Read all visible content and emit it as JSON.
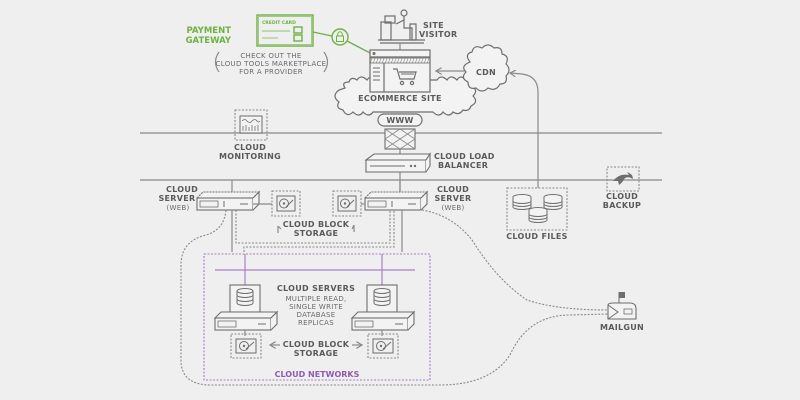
{
  "diagram": {
    "payment_gateway": {
      "line1": "PAYMENT",
      "line2": "GATEWAY"
    },
    "credit_card": {
      "title": "CREDIT CARD"
    },
    "marketplace_note": {
      "line1": "CHECK OUT THE",
      "line2": "CLOUD TOOLS MARKETPLACE",
      "line3": "FOR A PROVIDER"
    },
    "site_visitor": {
      "line1": "SITE",
      "line2": "VISITOR"
    },
    "cdn": {
      "label": "CDN"
    },
    "ecommerce_site": {
      "label": "ECOMMERCE SITE"
    },
    "www": {
      "label": "WWW"
    },
    "cloud_monitoring": {
      "line1": "CLOUD",
      "line2": "MONITORING"
    },
    "load_balancer": {
      "line1": "CLOUD LOAD",
      "line2": "BALANCER"
    },
    "web_server_left": {
      "line1": "CLOUD",
      "line2": "SERVER",
      "line3": "(WEB)"
    },
    "web_server_right": {
      "line1": "CLOUD",
      "line2": "SERVER",
      "line3": "(WEB)"
    },
    "block_storage_top": {
      "line1": "CLOUD BLOCK",
      "line2": "STORAGE"
    },
    "cloud_files": {
      "label": "CLOUD FILES"
    },
    "cloud_backup": {
      "line1": "CLOUD",
      "line2": "BACKUP"
    },
    "cloud_servers": {
      "title": "CLOUD SERVERS",
      "line1": "MULTIPLE READ,",
      "line2": "SINGLE WRITE",
      "line3": "DATABASE",
      "line4": "REPLICAS"
    },
    "block_storage_bottom": {
      "line1": "CLOUD BLOCK",
      "line2": "STORAGE"
    },
    "cloud_networks": {
      "label": "CLOUD NETWORKS"
    },
    "mailgun": {
      "label": "MAILGUN"
    },
    "colors": {
      "payment": "#6db33f",
      "network": "#a77fcc",
      "line": "#8a8a8a",
      "background": "#efefef"
    }
  }
}
